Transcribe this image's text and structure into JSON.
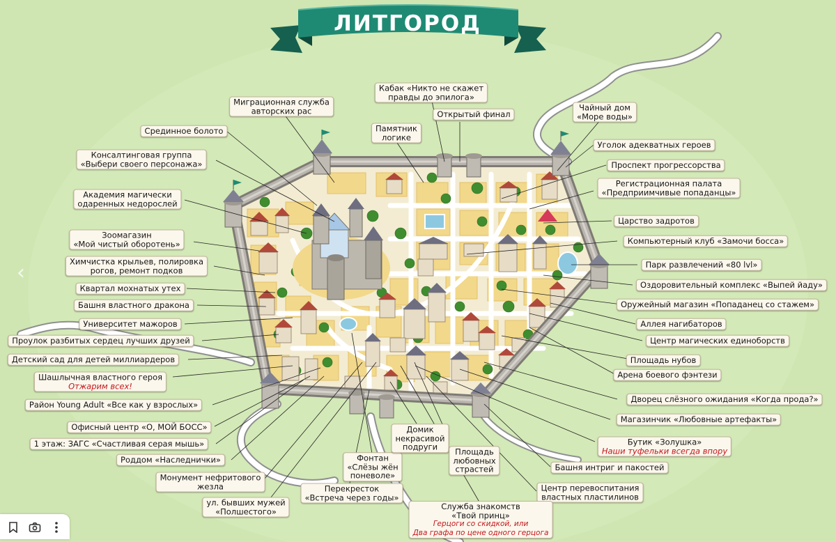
{
  "title": "ЛИТГОРОД",
  "colors": {
    "background": "#cfe6b2",
    "banner": "#1f8a73",
    "wall": "#9a9690",
    "road": "#f6f3ea",
    "block": "#f2d88a",
    "river_road": "#ffffff",
    "highlight_text": "#c4161c"
  },
  "icons": [
    "bookmark-icon",
    "camera-icon",
    "more-vertical-icon",
    "chevron-left-icon"
  ],
  "labels": {
    "migration": [
      "Миграционная служба",
      "авторских рас"
    ],
    "kabak": [
      "Кабак «Никто не скажет",
      "правды до эпилога»"
    ],
    "open_final": "Открытый финал",
    "tea_house": [
      "Чайный дом",
      "«Море воды»"
    ],
    "swamp": "Срединное болото",
    "monument_logic": [
      "Памятник",
      "логике"
    ],
    "adequate_heroes": "Уголок адекватных героев",
    "consulting": [
      "Консалтинговая группа",
      "«Выбери своего персонажа»"
    ],
    "prospect": "Проспект прогрессорства",
    "registration": [
      "Регистрационная палата",
      "«Предприимчивые попаданцы»"
    ],
    "academy": [
      "Академия магически",
      "одаренных недорослей"
    ],
    "nerds": "Царство задротов",
    "zoo": [
      "Зоомагазин",
      "«Мой чистый оборотень»"
    ],
    "computer_club": "Компьютерный клуб «Замочи босса»",
    "dry_cleaning": [
      "Химчистка крыльев, полировка",
      "рогов, ремонт подков"
    ],
    "park": "Парк развлечений «80 lvl»",
    "ducks": "Квартал мохнатых утех",
    "health": "Оздоровительный комплекс «Выпей йаду»",
    "dragon_tower": "Башня властного дракона",
    "weapons": "Оружейный магазин «Попаданец со стажем»",
    "university": "Университет мажоров",
    "benders_alley": "Аллея нагибаторов",
    "broken_hearts": "Проулок разбитых сердец лучших друзей",
    "martial": "Центр магических единоборств",
    "kindergarten": "Детский сад для детей миллиардеров",
    "noobs": "Площадь нубов",
    "shashlik": "Шашлычная властного героя",
    "shashlik_slogan": "Отжарим всех!",
    "arena": "Арена боевого фэнтези",
    "young_adult": "Район Young Adult «Все как у взрослых»",
    "palace": "Дворец слёзного ожидания «Когда прода?»",
    "office": "Офисный центр «О, МОЙ БОСС»",
    "love_shop": "Магазинчик «Любовные артефакты»",
    "zags": "1 этаж: ЗАГС «Счастливая серая мышь»",
    "boutique": "Бутик «Золушка»",
    "boutique_slogan": "Наши туфельки всегда впору",
    "maternity": "Роддом «Наследнички»",
    "fountain": [
      "Фонтан",
      "«Слёзы жён",
      "поневоле»"
    ],
    "ugly_friend": [
      "Домик",
      "некрасивой",
      "подруги"
    ],
    "love_square": [
      "Площадь",
      "любовных",
      "страстей"
    ],
    "intrigue_tower": "Башня интриг и пакостей",
    "jade_monument": [
      "Монумент нефритового",
      "жезла"
    ],
    "crossroad": [
      "Перекресток",
      "«Встреча через годы»"
    ],
    "reeducation": [
      "Центр перевоспитания",
      "властных пластилинов"
    ],
    "ex_husbands": [
      "ул. бывших мужей",
      "«Полшестого»"
    ],
    "dating": [
      "Служба знакомств",
      "«Твой принц»"
    ],
    "dating_slogan": [
      "Герцоги со скидкой, или",
      "Два графа по цене одного герцога"
    ]
  }
}
